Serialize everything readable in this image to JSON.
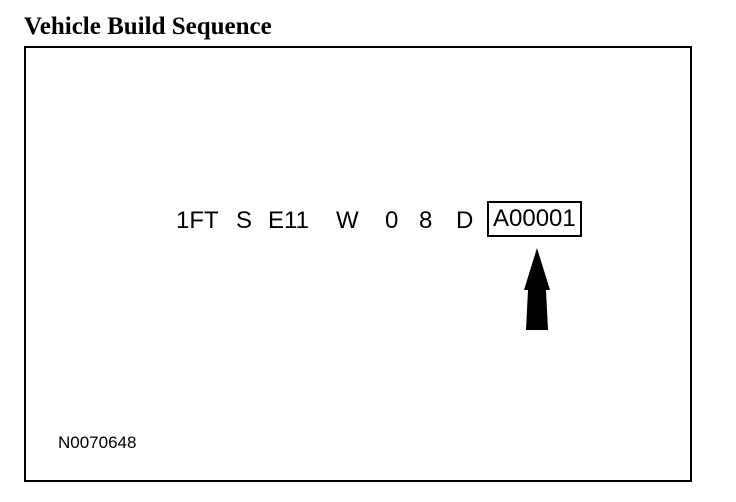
{
  "title": "Vehicle Build Sequence",
  "vin": {
    "segments": [
      "1FT",
      "S",
      "E11",
      "W",
      "0",
      "8",
      "D"
    ],
    "serial": "A00001"
  },
  "figure_id": "N0070648",
  "arrow_icon": "up-arrow-icon"
}
